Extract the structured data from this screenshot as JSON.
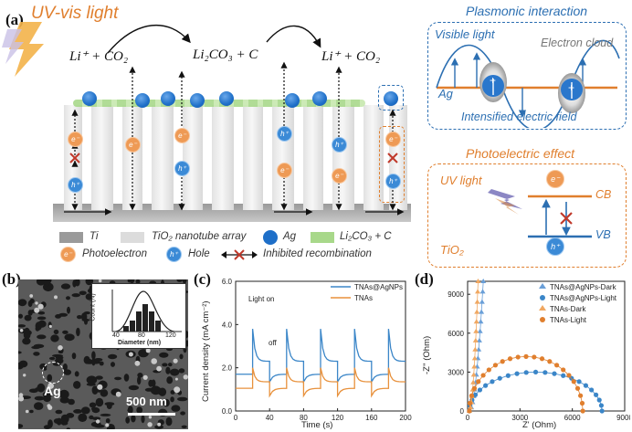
{
  "panel_a": {
    "label": "(a)",
    "uv_title": "UV-vis light",
    "eq_left": "Li⁺ + CO₂",
    "eq_mid": "Li₂CO₃ + C",
    "eq_right": "Li⁺ + CO₂",
    "electron_symbol": "e⁻",
    "hole_symbol": "h⁺",
    "legend": {
      "ti": "Ti",
      "tio2": "TiO₂ nanotube array",
      "ag": "Ag",
      "li2co3": "Li₂CO₃ + C",
      "photoelectron": "Photoelectron",
      "hole": "Hole",
      "inhibited": "Inhibited recombination"
    },
    "plasmonic": {
      "title": "Plasmonic interaction",
      "visible_light": "Visible light",
      "electron_cloud": "Electron cloud",
      "ag": "Ag",
      "field": "Intensified electric field"
    },
    "photoelectric": {
      "title": "Photoelectric effect",
      "uv_light": "UV light",
      "cb": "CB",
      "vb": "VB",
      "tio2": "TiO₂"
    },
    "colors": {
      "blue": "#2c6fb2",
      "orange": "#e07f2e",
      "ag": "#1e6fc8",
      "li2co3": "#a8d88a"
    }
  },
  "panel_b": {
    "label": "(b)",
    "ag_label": "Ag",
    "scalebar": "500 nm",
    "inset": {
      "ylabel": "Count (N)",
      "xlabel": "Diameter (nm)",
      "xticks": [
        "40",
        "80",
        "120"
      ]
    }
  },
  "chart_data": [
    {
      "type": "line",
      "panel": "(c)",
      "xlabel": "Time (s)",
      "ylabel": "Current density (mA cm⁻²)",
      "xlim": [
        0,
        200
      ],
      "ylim": [
        0,
        6
      ],
      "xticks": [
        "0",
        "40",
        "80",
        "120",
        "160",
        "200"
      ],
      "yticks": [
        "0.0",
        "2.0",
        "4.0",
        "6.0"
      ],
      "annotations": [
        "Light on",
        "off"
      ],
      "light_on_times": [
        20,
        60,
        100,
        140,
        180
      ],
      "series": [
        {
          "name": "TNAs@AgNPs",
          "color": "#3b86c8",
          "dark": 1.7,
          "peak": 3.8,
          "plateau": 2.3
        },
        {
          "name": "TNAs",
          "color": "#e8913c",
          "dark": 1.05,
          "peak": 2.0,
          "plateau": 1.35
        }
      ]
    },
    {
      "type": "scatter",
      "panel": "(d)",
      "xlabel": "Z' (Ohm)",
      "ylabel": "-Z'' (Ohm)",
      "xlim": [
        0,
        9000
      ],
      "ylim": [
        0,
        10000
      ],
      "xticks": [
        "0",
        "3000",
        "6000",
        "9000"
      ],
      "yticks": [
        "0",
        "3000",
        "6000",
        "9000"
      ],
      "legend_position": "top-right",
      "series": [
        {
          "name": "TNAs@AgNPs-Dark",
          "color": "#6a9fd8",
          "marker": "triangle",
          "shape": "spike",
          "x0": 100,
          "x1": 900,
          "ymax": 10000
        },
        {
          "name": "TNAs@AgNPs-Light",
          "color": "#3b86c8",
          "marker": "circle",
          "shape": "arc",
          "x0": 100,
          "x1": 7700,
          "ymax": 3000
        },
        {
          "name": "TNAs-Dark",
          "color": "#f0a862",
          "marker": "triangle",
          "shape": "spike",
          "x0": 100,
          "x1": 600,
          "ymax": 10000
        },
        {
          "name": "TNAs-Light",
          "color": "#e07f2e",
          "marker": "circle",
          "shape": "arc",
          "x0": 100,
          "x1": 6600,
          "ymax": 4200
        }
      ]
    }
  ]
}
